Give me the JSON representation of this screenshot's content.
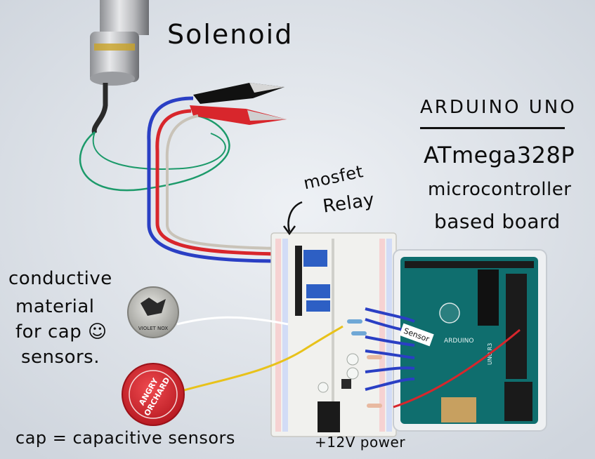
{
  "labels": {
    "solenoid": "Solenoid",
    "arduino": "ARDUINO UNO",
    "atmega": "ATmega328P",
    "microcontroller": "microcontroller",
    "board": "based board",
    "mosfet": "mosfet",
    "relay": "Relay",
    "conductive_1": "conductive",
    "conductive_2": "material",
    "conductive_3": "for cap ☺",
    "conductive_4": "sensors.",
    "cap_note": "cap = capacitive sensors",
    "power": "+12V power"
  },
  "board_text": {
    "bottle_cap_line1": "ANGRY",
    "bottle_cap_line2": "ORCHARD",
    "coin_text": "VIOLET NOX",
    "sensor_tag": "Sensor",
    "uno_text": "UNO R3",
    "arduino_logo_text": "ARDUINO"
  },
  "colors": {
    "background": "#dfe4ea",
    "wire_red": "#d8262c",
    "wire_blue": "#2a3fc4",
    "wire_green": "#1c9a6a",
    "wire_yellow": "#e8c21a",
    "arduino_board": "#0f6e6e",
    "breadboard": "#f1f1ee",
    "bottle_cap": "#d8262e"
  }
}
